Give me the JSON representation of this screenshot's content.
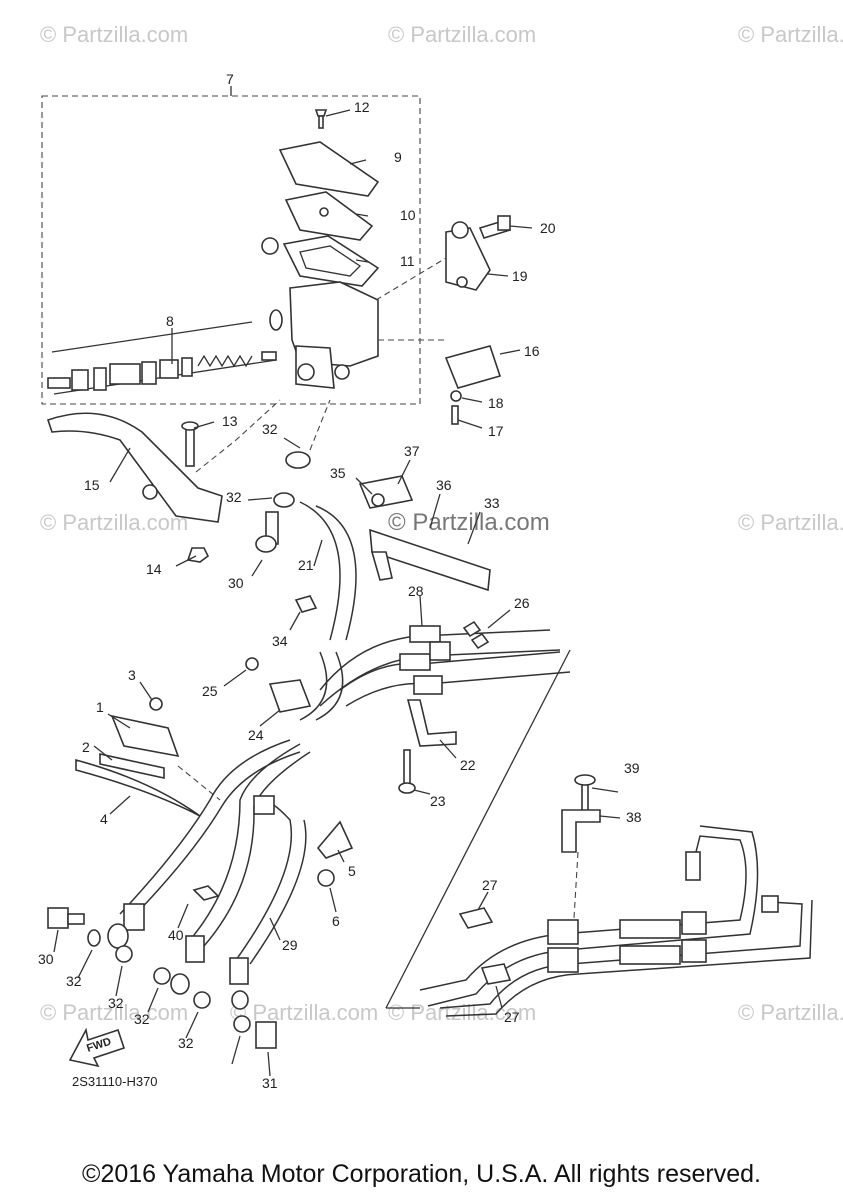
{
  "watermarks": [
    "© Partzilla.com",
    "© Partzilla.com",
    "© Partzilla.com",
    "© Partzilla.com",
    "© Partzilla.com",
    "© Partzilla.com",
    "© Partzilla.com",
    "© Partzilla.com",
    "© Partzilla.com"
  ],
  "center_watermark": "© Partzilla.com",
  "callouts": [
    "7",
    "12",
    "9",
    "10",
    "20",
    "11",
    "19",
    "8",
    "16",
    "18",
    "17",
    "13",
    "15",
    "32",
    "37",
    "35",
    "36",
    "33",
    "32",
    "14",
    "30",
    "21",
    "28",
    "26",
    "34",
    "25",
    "3",
    "1",
    "24",
    "22",
    "2",
    "23",
    "4",
    "39",
    "5",
    "38",
    "6",
    "27",
    "40",
    "29",
    "30",
    "32",
    "32",
    "32",
    "27",
    "32",
    "31"
  ],
  "drawing_code": "2S31110-H370",
  "fwd_label": "FWD",
  "copyright": "©2016 Yamaha Motor Corporation, U.S.A. All rights reserved."
}
